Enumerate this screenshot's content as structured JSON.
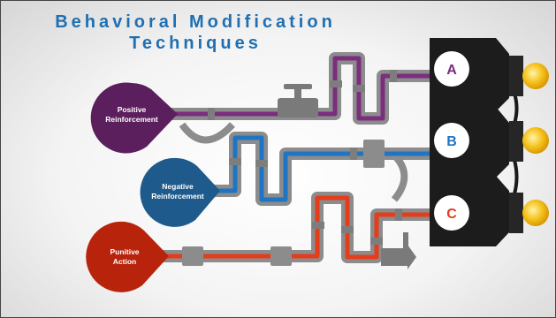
{
  "title": {
    "line1": "Behavioral Modification",
    "line2": "Techniques"
  },
  "sources": [
    {
      "line1": "Positive",
      "line2": "Reinforcement",
      "color": "#5a1f5c"
    },
    {
      "line1": "Negative",
      "line2": "Reinforcement",
      "color": "#1e5a8c"
    },
    {
      "line1": "Punitive",
      "line2": "Action",
      "color": "#b8230c"
    }
  ],
  "outputs": [
    {
      "letter": "A",
      "color": "#7b2d7e"
    },
    {
      "letter": "B",
      "color": "#1f75c4"
    },
    {
      "letter": "C",
      "color": "#e53d1c"
    }
  ],
  "colors": {
    "pipe_gray": "#8c8c8c",
    "box": "#1c1c1c",
    "bulb": "#f5c01a"
  },
  "icons": [
    "valve-icon",
    "light-bulb-icon",
    "speech-bubble-icon"
  ]
}
